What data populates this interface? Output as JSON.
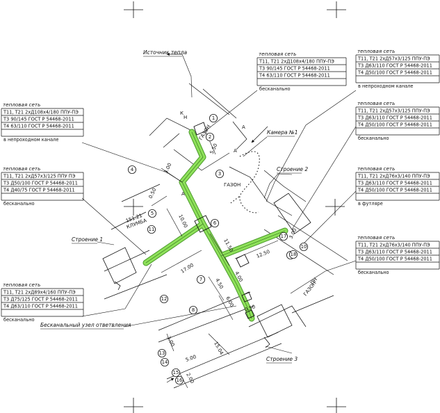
{
  "callout_title": "тепловая сеть",
  "callouts": {
    "c1": {
      "title": "тепловая сеть",
      "lines": [
        "Т11, Т21 2хД108х4/180 ППУ-ПЭ",
        "Т3 90/145 ГОСТ Р 54468-2011",
        "Т4 63/110 ГОСТ Р 54468-2011"
      ],
      "note": "бесканально"
    },
    "c2": {
      "title": "тепловая сеть",
      "lines": [
        "Т11, Т21 2хД57х3/125 ППУ-ПЭ",
        "Т3 Д63/110 ГОСТ Р 54468-2011",
        "Т4 Д50/100 ГОСТ Р 54468-2011"
      ],
      "note": "в непроходном канале"
    },
    "c3": {
      "title": "тепловая сеть",
      "lines": [
        "Т11, Т21 2хД108х4/180 ППУ-ПЭ",
        "Т3 90/145 ГОСТ Р 54468-2011",
        "Т4 63/110 ГОСТ Р 54468-2011"
      ],
      "note": "в непроходном канале"
    },
    "c4": {
      "title": "тепловая сеть",
      "lines": [
        "Т11, Т21 2хД57х3/125 ППУ-ПЭ",
        "Т3 Д63/110 ГОСТ Р 54468-2011",
        "Т4 Д50/100 ГОСТ Р 54468-2011"
      ],
      "note": "бесканально"
    },
    "c5": {
      "title": "тепловая сеть",
      "lines": [
        "Т11, Т21 2хД57х3/125 ППУ ПЭ",
        "Т3 Д50/100 ГОСТ Р 54468-2011",
        "Т4 Д40/75 ГОСТ Р 54468-2011"
      ],
      "note": "бесканально"
    },
    "c6": {
      "title": "тепловая сеть",
      "lines": [
        "Т11, Т21 2хД76х3/140 ППУ-ПЭ",
        "Т3 Д63/110 ГОСТ Р 54468-2011",
        "Т4 Д50/100 ГОСТ Р 54468-2011"
      ],
      "note": "в футляре"
    },
    "c7": {
      "title": "тепловая сеть",
      "lines": [
        "Т11, Т21 2хД76х3/140 ППУ-ПЭ",
        "Т3 Д63/110 ГОСТ Р 54468-2011",
        "Т4 Д50/100 ГОСТ Р 54468-2011"
      ],
      "note": "бесканально"
    },
    "c8": {
      "title": "тепловая сеть",
      "lines": [
        "Т11, Т21 2хД89х4/160 ППУ-ПЭ",
        "Т3 Д75/125 ГОСТ Р 54468-2011",
        "Т4 Д63/110 ГОСТ Р 54468-2011"
      ],
      "note": "бесканально"
    }
  },
  "labels": {
    "heat_source": "Источник тепла",
    "chamber": "Камера №1",
    "building2": "Строение 2",
    "building1": "Строение 1",
    "building3": "Строение 3",
    "node": "Бесканальный узел ответвления",
    "lawn": "ГАЗОН",
    "flowerbed": "КЛУМБА",
    "elevation": "151.21",
    "kn": "К",
    "kn2": "Н",
    "pn": "ПН",
    "a": "А"
  },
  "dims": [
    "5.50",
    "3.00",
    "0.50",
    "10.00",
    "17.00",
    "11.50",
    "12.50",
    "3.00",
    "4.50",
    "6.00",
    "15.04",
    "3.00",
    "2.00",
    "4.00",
    "0.50",
    "5.00"
  ],
  "markers": [
    "1",
    "2",
    "3",
    "4",
    "5",
    "6",
    "7",
    "8",
    "9",
    "10",
    "11",
    "12",
    "13",
    "14",
    "15",
    "16",
    "17",
    "18"
  ],
  "colors": {
    "pipe": "#8ee05a",
    "pipe_edge": "#4a9a2a",
    "line": "#111111"
  }
}
